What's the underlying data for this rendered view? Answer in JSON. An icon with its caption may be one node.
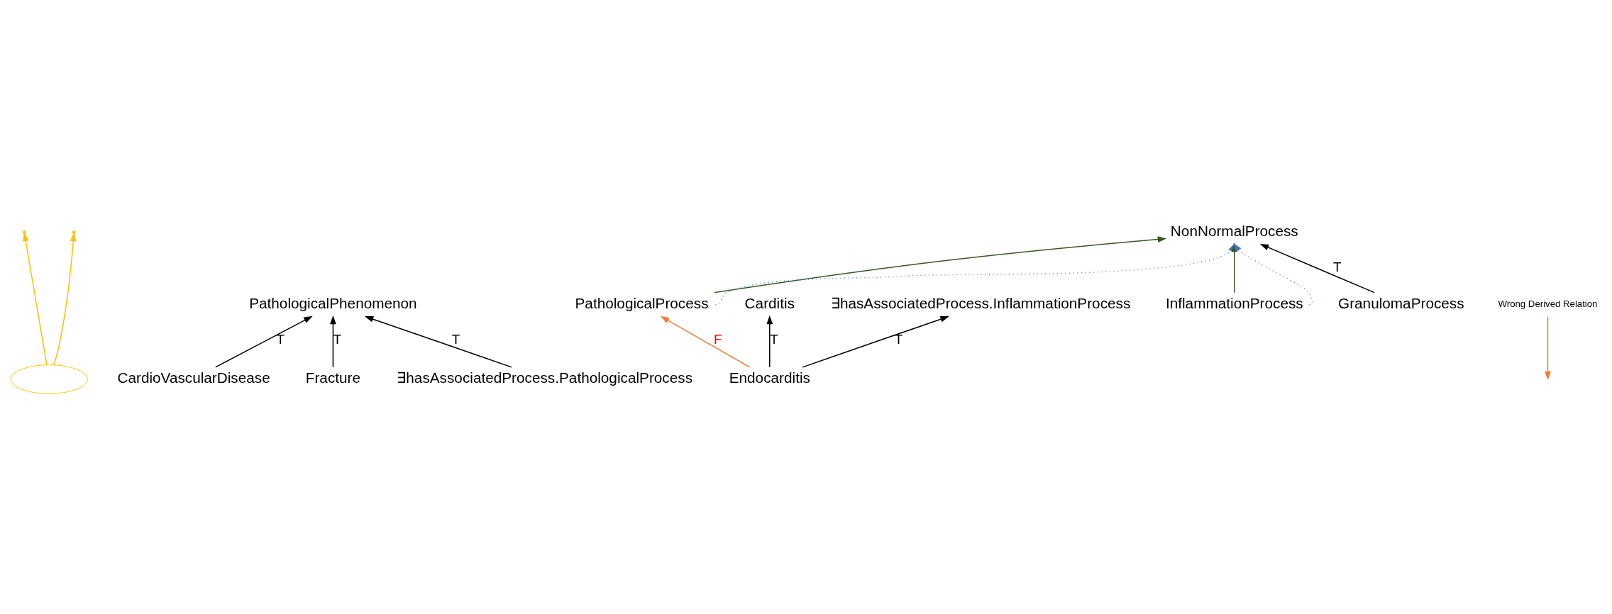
{
  "diagram": {
    "nodes": [
      {
        "text": [],
        "shape": "ellipse"
      },
      {
        "text": [
          "PathologicalPhenomenon"
        ]
      },
      {
        "text": [
          "NonNormalProcess"
        ]
      },
      {
        "text": [
          "CardioVascularDisease"
        ]
      },
      {
        "text": [
          "Fracture"
        ]
      },
      {
        "text": [
          "PathologicalProcess"
        ]
      },
      {
        "text": [
          "∃hasAssociatedProcess.PathologicalProcess"
        ]
      },
      {
        "text": [
          "InflammationProcess"
        ]
      },
      {
        "text": [
          "Carditis"
        ]
      },
      {
        "text": [
          "∃hasAssociatedProcess.InflammationProcess"
        ]
      },
      {
        "text": [
          "GranulomaProcess"
        ]
      },
      {
        "text": [
          "Endocarditis"
        ]
      }
    ],
    "edges": [
      {
        "from": 3,
        "to": 1,
        "arrow": "to",
        "label": "T"
      },
      {
        "from": 6,
        "to": 1,
        "arrow": "to",
        "label": "T"
      },
      {
        "from": 4,
        "to": 1,
        "arrow": "to",
        "label": "T"
      },
      {
        "from": 11,
        "to": 8,
        "arrow": "to",
        "label": "T"
      },
      {
        "from": 11,
        "to": 9,
        "arrow": "to",
        "label": "T"
      },
      {
        "from": 11,
        "to": 5,
        "arrow": "to",
        "label": "F",
        "color": "#ed7d31"
      },
      {
        "from": 5,
        "to": 2,
        "arrow": "to",
        "color": "#375623"
      },
      {
        "from": 5,
        "to": 2,
        "arrow": "to",
        "style": "dashed",
        "color": "#4472c4"
      },
      {
        "from": 7,
        "to": 2,
        "arrow": "to",
        "color": "#375623"
      },
      {
        "from": 7,
        "to": 2,
        "arrow": "to",
        "style": "dashed",
        "color": "#4472c4"
      },
      {
        "from": 10,
        "to": 2,
        "arrow": "to",
        "label": "T"
      },
      {
        "from": 0,
        "to": null,
        "arrow": "to",
        "color": "#ffc000"
      },
      {
        "from": 0,
        "to": null,
        "arrow": "to",
        "color": "#ffc000"
      }
    ],
    "legend": [
      {
        "text": "Wrong Derived Relation"
      }
    ]
  }
}
